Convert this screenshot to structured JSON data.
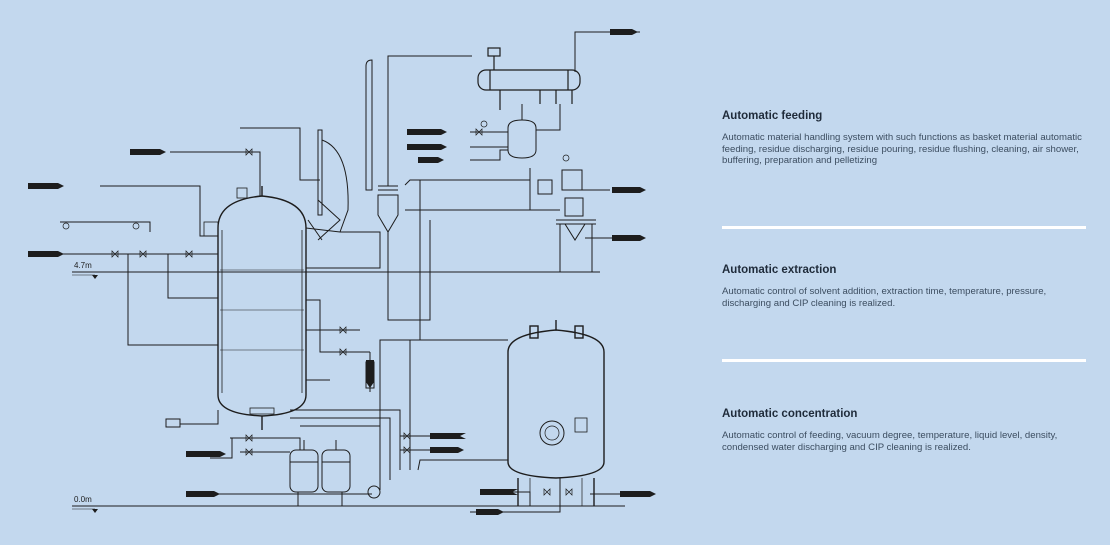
{
  "diagram": {
    "levels": {
      "upper": "4.7m",
      "ground": "0.0m"
    },
    "tags": [
      "",
      "",
      "",
      "",
      "",
      "",
      "",
      "",
      "",
      "",
      "",
      "",
      "",
      "",
      "",
      "",
      "",
      ""
    ]
  },
  "features": [
    {
      "title": "Automatic feeding",
      "desc": "Automatic material handling system with such functions as basket material automatic feeding, residue discharging, residue pouring, residue flushing, cleaning, air shower, buffering, preparation and pelletizing"
    },
    {
      "title": "Automatic extraction",
      "desc": "Automatic control of solvent addition, extraction time, temperature, pressure, discharging and CIP cleaning is realized."
    },
    {
      "title": "Automatic concentration",
      "desc": "Automatic control of feeding, vacuum degree, temperature, liquid level, density, condensed water discharging and CIP cleaning is realized."
    }
  ],
  "colors": {
    "background": "#c3d8ee",
    "line": "#1d1d1d",
    "divider": "#ffffff"
  }
}
